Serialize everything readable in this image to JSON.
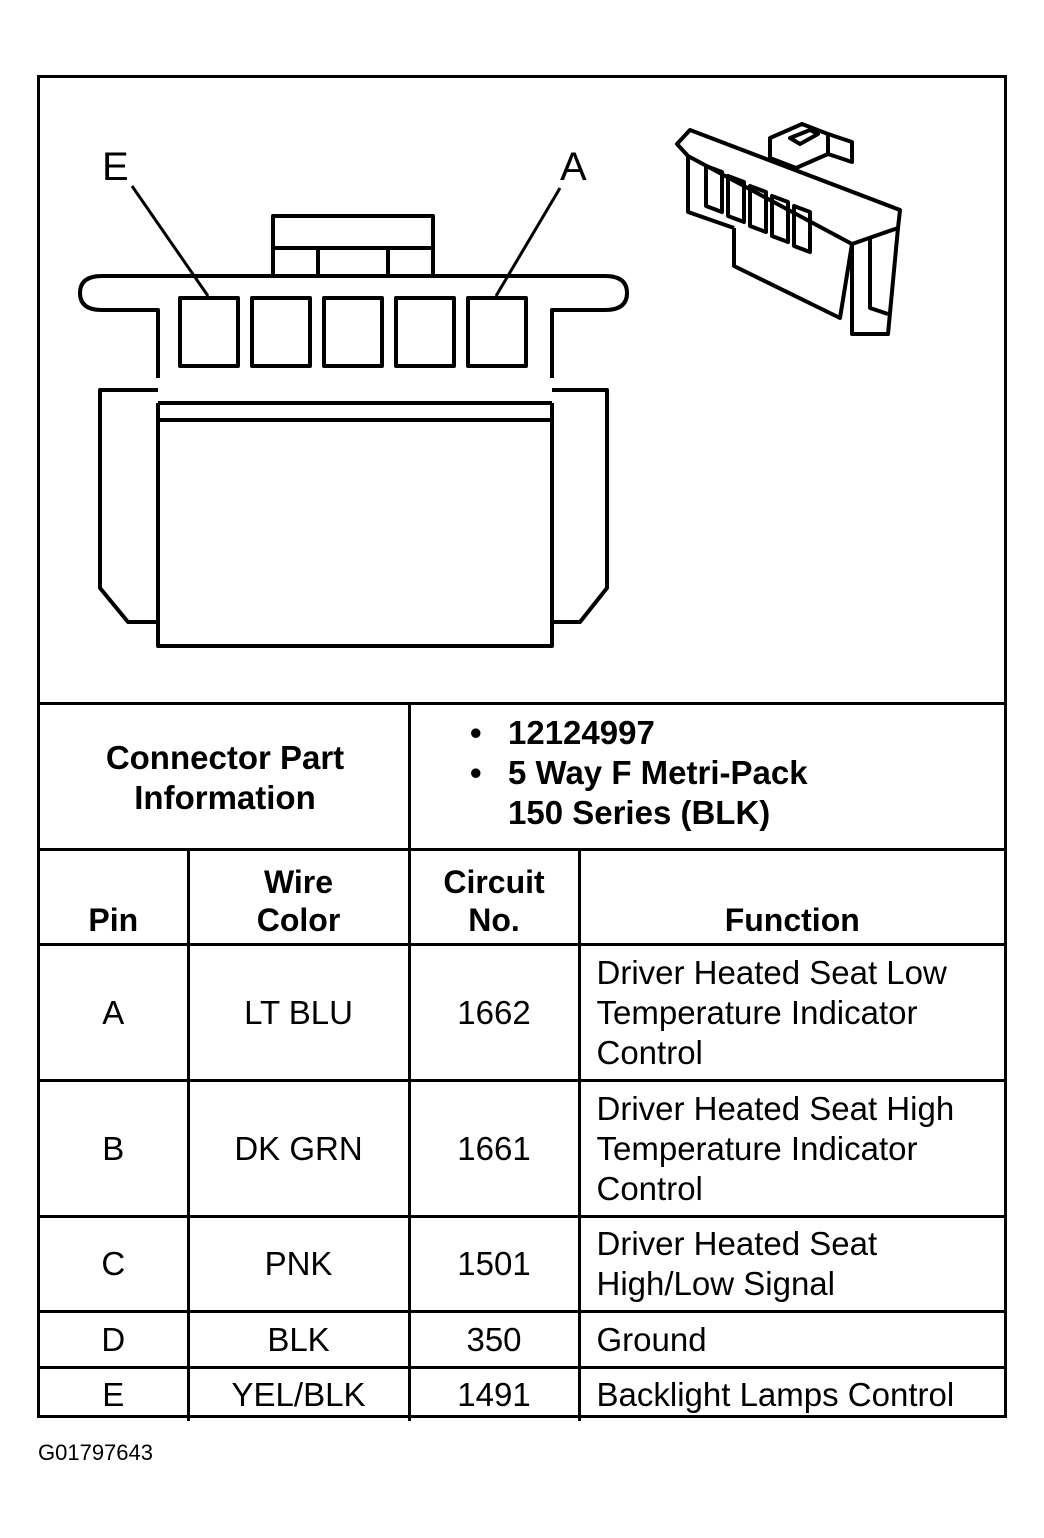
{
  "diagram": {
    "pin_label_left": "E",
    "pin_label_right": "A"
  },
  "connector_info": {
    "label_line1": "Connector Part",
    "label_line2": "Information",
    "bullets": [
      {
        "text": "12124997"
      },
      {
        "text": "5 Way F Metri-Pack",
        "text2": "150 Series (BLK)"
      }
    ]
  },
  "pin_table": {
    "headers": {
      "pin": "Pin",
      "wire_color_1": "Wire",
      "wire_color_2": "Color",
      "circuit_1": "Circuit",
      "circuit_2": "No.",
      "function": "Function"
    },
    "rows": [
      {
        "pin": "A",
        "wire_color": "LT BLU",
        "circuit": "1662",
        "function": [
          "Driver Heated Seat Low",
          "Temperature Indicator",
          "Control"
        ]
      },
      {
        "pin": "B",
        "wire_color": "DK GRN",
        "circuit": "1661",
        "function": [
          "Driver Heated Seat High",
          "Temperature Indicator",
          "Control"
        ]
      },
      {
        "pin": "C",
        "wire_color": "PNK",
        "circuit": "1501",
        "function": [
          "Driver Heated Seat",
          "High/Low Signal"
        ]
      },
      {
        "pin": "D",
        "wire_color": "BLK",
        "circuit": "350",
        "function": [
          "Ground"
        ]
      },
      {
        "pin": "E",
        "wire_color": "YEL/BLK",
        "circuit": "1491",
        "function": [
          "Backlight Lamps Control"
        ]
      }
    ]
  },
  "figure_id": "G01797643"
}
